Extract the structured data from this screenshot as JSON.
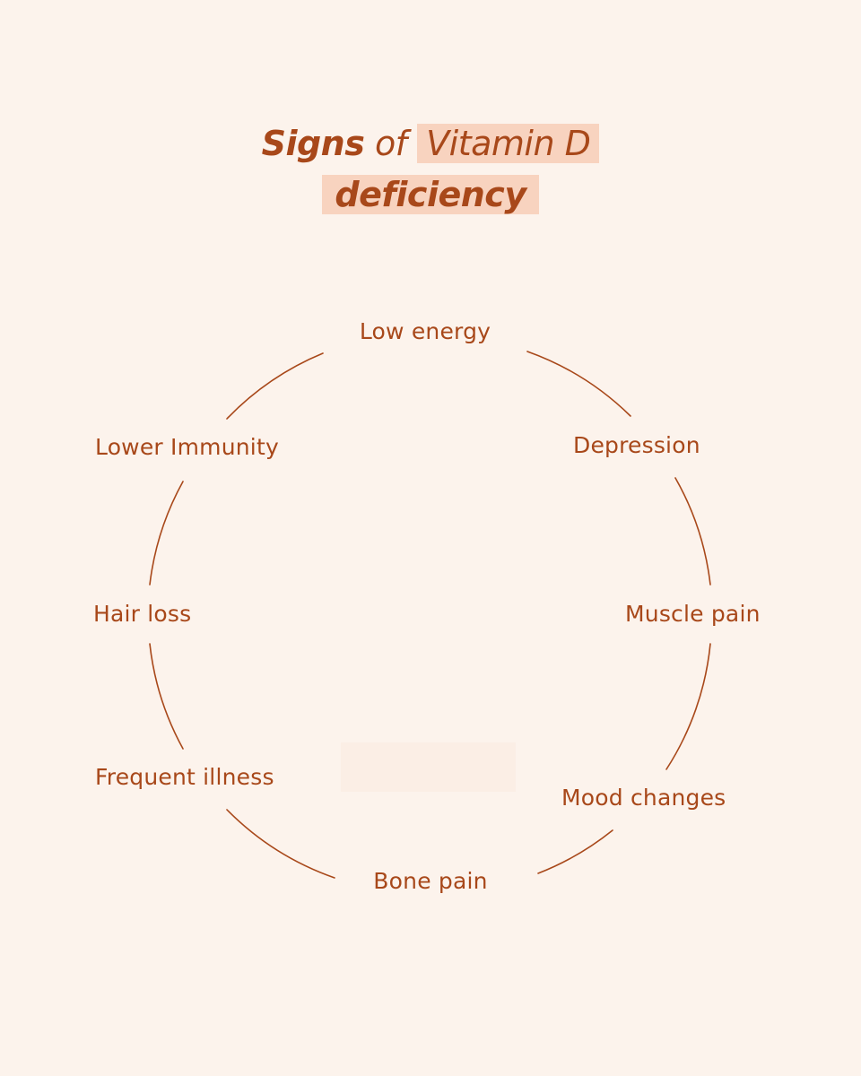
{
  "title": {
    "line1": {
      "word1": "Signs",
      "word2": "of",
      "highlight": "Vitamin D"
    },
    "line2": {
      "highlight": "deficiency"
    }
  },
  "signs": [
    "Low energy",
    "Depression",
    "Muscle pain",
    "Mood changes",
    "Bone pain",
    "Frequent illness",
    "Hair loss",
    "Lower Immunity"
  ],
  "colors": {
    "background": "#fcf3ec",
    "text": "#a8481a",
    "highlight": "#f8d3bf",
    "ring_stroke": "#a8481a"
  }
}
